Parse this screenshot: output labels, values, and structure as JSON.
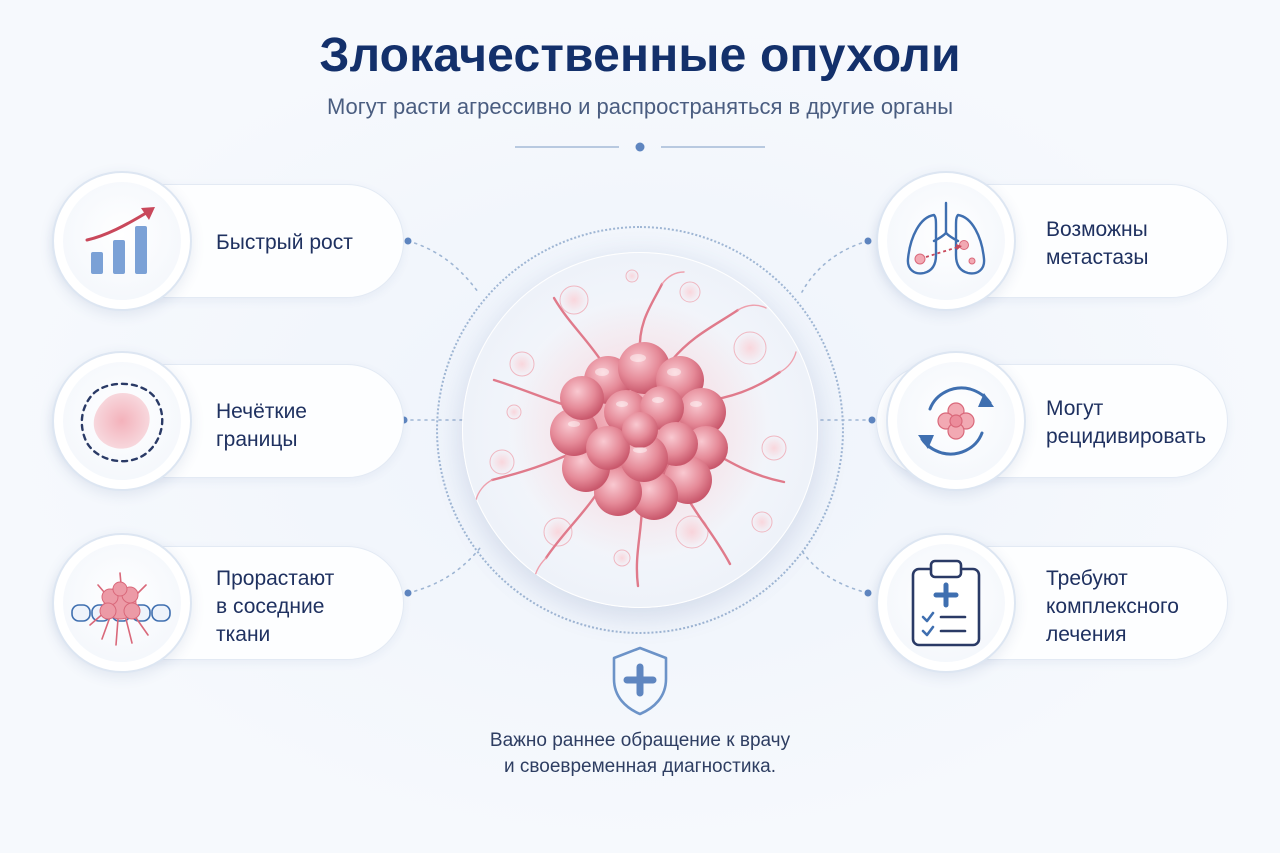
{
  "header": {
    "title": "Злокачественные опухоли",
    "subtitle": "Могут расти агрессивно и распространяться в другие органы"
  },
  "features": {
    "left": [
      {
        "icon": "growth-chart-icon",
        "lines": [
          "Быстрый рост"
        ]
      },
      {
        "icon": "blurred-border-icon",
        "lines": [
          "Нечёткие",
          "границы"
        ]
      },
      {
        "icon": "tissue-invasion-icon",
        "lines": [
          "Прорастают",
          "в соседние",
          "ткани"
        ]
      }
    ],
    "right": [
      {
        "icon": "lungs-metastasis-icon",
        "lines": [
          "Возможны",
          "метастазы"
        ]
      },
      {
        "icon": "recurrence-cycle-icon",
        "lines": [
          "Могут",
          "рецидивировать"
        ]
      },
      {
        "icon": "treatment-clipboard-icon",
        "lines": [
          "Требуют",
          "комплексного",
          "лечения"
        ]
      }
    ]
  },
  "center": {
    "icon": "tumor-cell-icon"
  },
  "footer": {
    "icon": "medical-shield-icon",
    "lines": [
      "Важно раннее обращение к врачу",
      "и своевременная диагностика."
    ]
  },
  "colors": {
    "title": "#13306b",
    "accent_blue": "#3f6fb0",
    "accent_red": "#c9485b",
    "tumor_pink": "#e58a98"
  }
}
